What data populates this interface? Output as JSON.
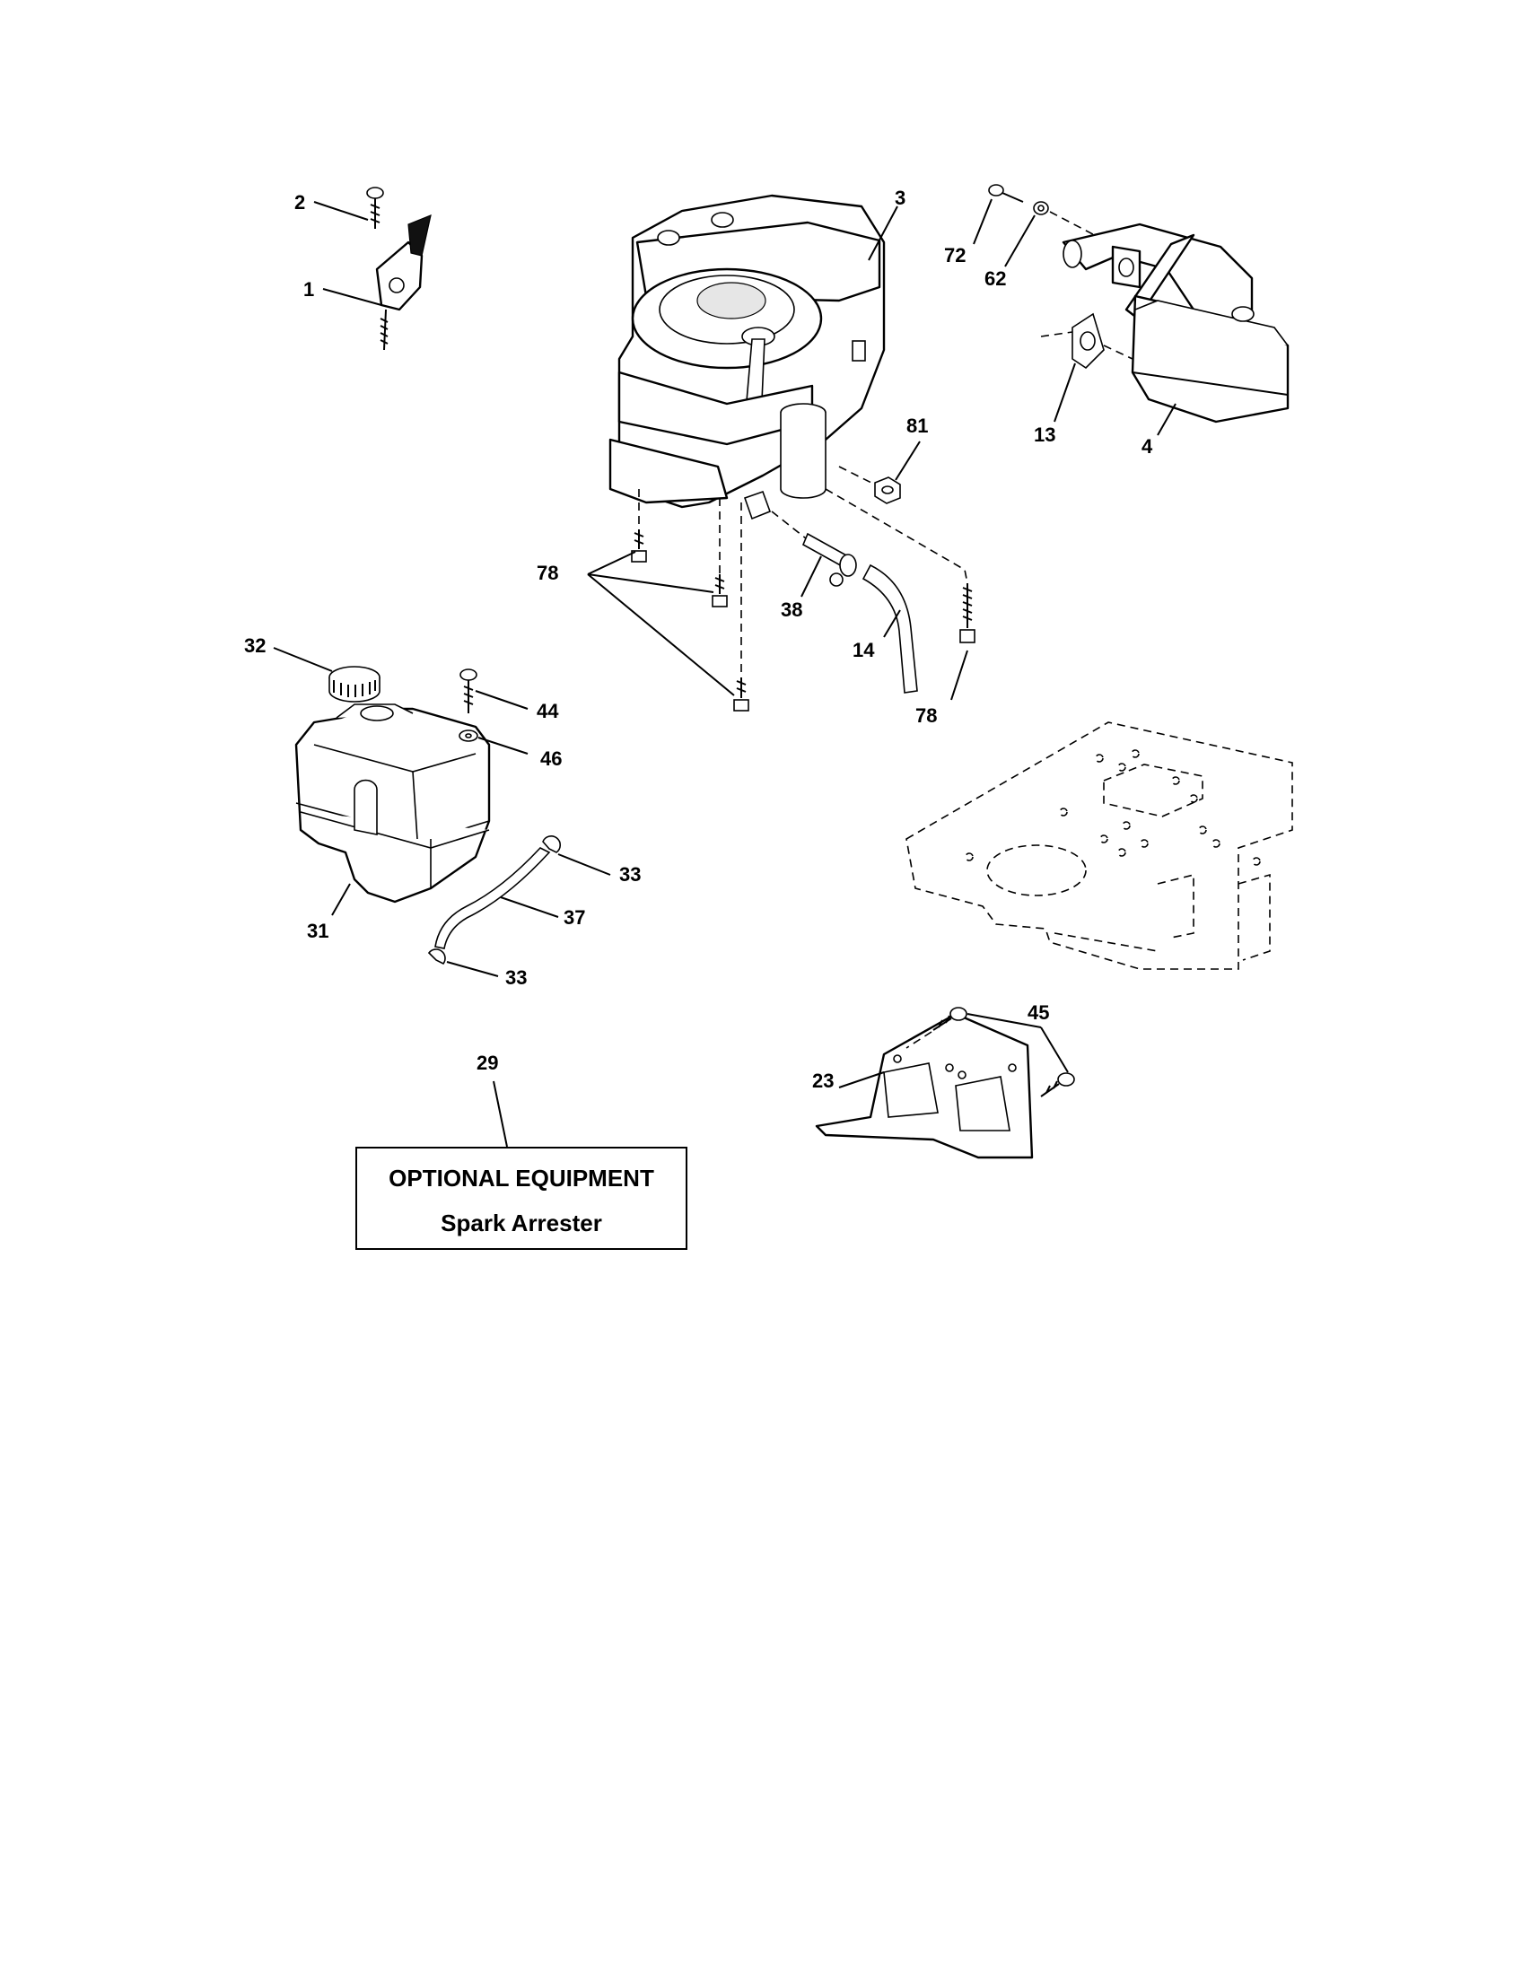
{
  "callouts": {
    "c1": "1",
    "c2": "2",
    "c3": "3",
    "c4": "4",
    "c13": "13",
    "c14": "14",
    "c23": "23",
    "c29": "29",
    "c31": "31",
    "c32": "32",
    "c33a": "33",
    "c33b": "33",
    "c37": "37",
    "c38": "38",
    "c44": "44",
    "c45": "45",
    "c46": "46",
    "c62": "62",
    "c72": "72",
    "c78a": "78",
    "c78b": "78",
    "c81": "81"
  },
  "optional_equipment": {
    "title": "OPTIONAL EQUIPMENT",
    "subtitle": "Spark Arrester"
  }
}
